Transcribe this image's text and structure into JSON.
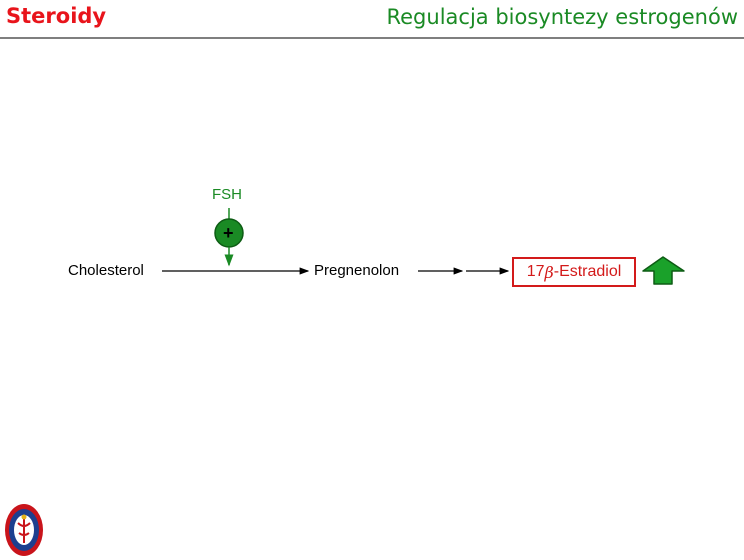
{
  "header": {
    "section": "Steroidy",
    "title": "Regulacja biosyntezy estrogenów"
  },
  "pathway": {
    "regulator": "FSH",
    "regulator_sign": "+",
    "step1": "Cholesterol",
    "step2": "Pregnenolon",
    "product_prefix": "17",
    "product_greek": "β",
    "product_suffix": "-Estradiol",
    "product_trend": "up-arrow-icon"
  },
  "colors": {
    "section": "#e8141b",
    "title": "#1a8a24",
    "regulator": "#1a8a24",
    "product": "#d31a1a",
    "up_arrow": "#1aa12a"
  }
}
